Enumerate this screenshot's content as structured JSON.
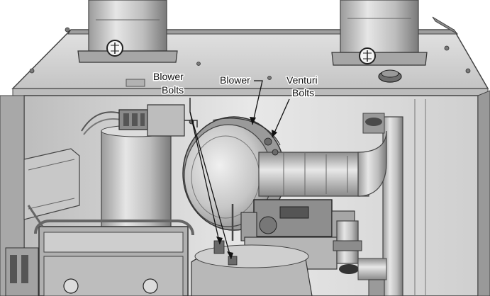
{
  "callouts": {
    "blower_bolts": {
      "line1": "Blower",
      "line2": "Bolts"
    },
    "blower": {
      "label": "Blower"
    },
    "venturi_bolts": {
      "line1": "Venturi",
      "line2": "Bolts"
    }
  },
  "colors": {
    "background": "#ffffff",
    "metal_light": "#d2d2d2",
    "metal_mid": "#a9a9a9",
    "metal_dark": "#6e6e6e",
    "outline": "#333333",
    "leader": "#111111"
  }
}
